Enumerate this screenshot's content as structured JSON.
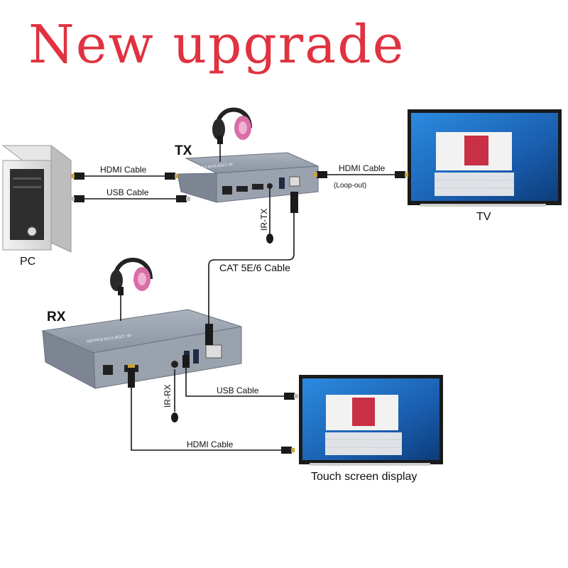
{
  "headline": "New upgrade",
  "devices": {
    "tx": "TX",
    "rx": "RX",
    "pc": "PC",
    "tv": "TV",
    "touch": "Touch screen display"
  },
  "cables": {
    "tx_hdmi_in": "HDMI Cable",
    "tx_usb": "USB Cable",
    "tx_hdmi_out": "HDMI Cable",
    "loop_out": "(Loop-out)",
    "ir_tx": "IR-TX",
    "cat": "CAT 5E/6 Cable",
    "ir_rx": "IR-RX",
    "rx_usb": "USB Cable",
    "rx_hdmi": "HDMI Cable"
  },
  "box_prints": {
    "tx_box": "4K 120M KVM Extender",
    "rx_box": "4K 120M KVM Extender"
  },
  "colors": {
    "headline": "#e0323f",
    "box_body": "#8a93a1",
    "screen": "#1a5fb0",
    "headphone_cup": "#d86ea8"
  }
}
